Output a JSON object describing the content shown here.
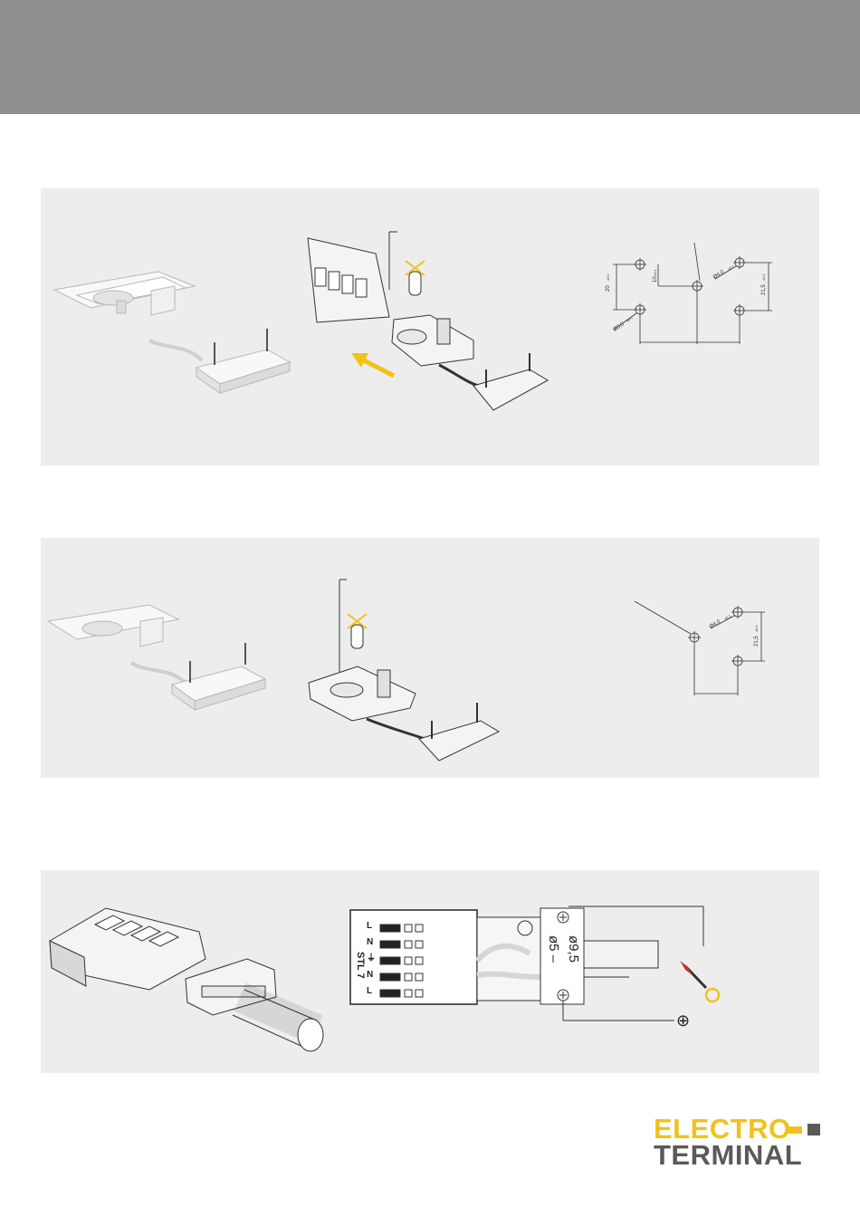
{
  "logo": {
    "line1": "ELECTRO",
    "line2": "TERMINAL",
    "colors": {
      "yellow": "#f2c21b",
      "gray": "#5a5a59"
    }
  },
  "colors": {
    "header": "#8f8f8e",
    "panel": "#ededed",
    "arrow": "#f2c21b"
  },
  "drawing1": {
    "dim_height_left": "20",
    "dim_height_left_tol": "±0.1",
    "dim_offset": "10",
    "dim_offset_tol": "±0.1",
    "hole_large": "Ø4,0",
    "hole_large_tol": "±0.1",
    "hole_small": "Ø3,6",
    "hole_small_tol": "±0.1",
    "dim_height_right": "21,5",
    "dim_height_right_tol": "±0.1"
  },
  "drawing2": {
    "hole_large": "Ø4,0",
    "hole_large_tol": "±0.1",
    "dim_height_right": "21,5",
    "dim_height_right_tol": "±0.1"
  },
  "wiring": {
    "terminals": [
      "L",
      "N",
      "⏚",
      "N",
      "L"
    ],
    "terminal_code": "STL 7",
    "clamp_range_1": "ø5 –",
    "clamp_range_2": "ø9,5",
    "earth_symbol": "⊕"
  },
  "icons": {
    "no_pin": "crossed-out-pin-icon",
    "screwdriver": "screwdriver-icon",
    "screw": "phillips-screw-icon"
  }
}
